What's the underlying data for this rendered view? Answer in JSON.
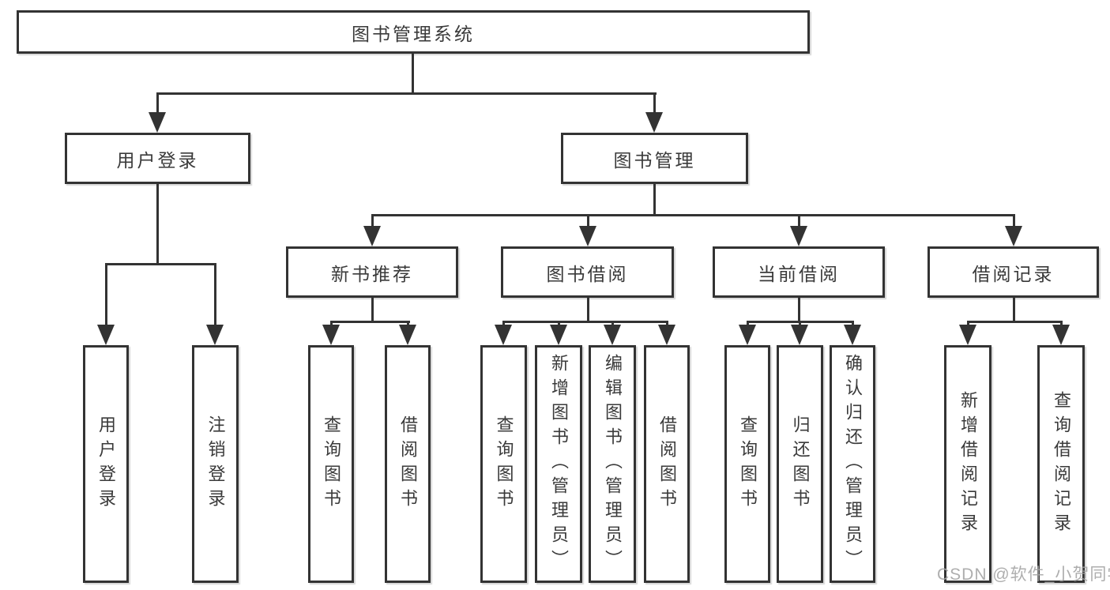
{
  "meta": {
    "diagram_type": "hierarchy-tree",
    "background_color": "#ffffff",
    "line_color": "#333333",
    "text_color": "#3a3a3a",
    "watermark_color": "#a5a5a5"
  },
  "watermark": "CSDN @软件_小贺同学",
  "tree": {
    "root": {
      "label": "图书管理系统"
    },
    "children": [
      {
        "label": "用户登录",
        "children": [
          {
            "label": "用户登录"
          },
          {
            "label": "注销登录"
          }
        ]
      },
      {
        "label": "图书管理",
        "children": [
          {
            "label": "新书推荐",
            "children": [
              {
                "label": "查询图书"
              },
              {
                "label": "借阅图书"
              }
            ]
          },
          {
            "label": "图书借阅",
            "children": [
              {
                "label": "查询图书"
              },
              {
                "label": "新增图书（管理员）"
              },
              {
                "label": "编辑图书（管理员）"
              },
              {
                "label": "借阅图书"
              }
            ]
          },
          {
            "label": "当前借阅",
            "children": [
              {
                "label": "查询图书"
              },
              {
                "label": "归还图书"
              },
              {
                "label": "确认归还（管理员）"
              }
            ]
          },
          {
            "label": "借阅记录",
            "children": [
              {
                "label": "新增借阅记录"
              },
              {
                "label": "查询借阅记录"
              }
            ]
          }
        ]
      }
    ]
  }
}
